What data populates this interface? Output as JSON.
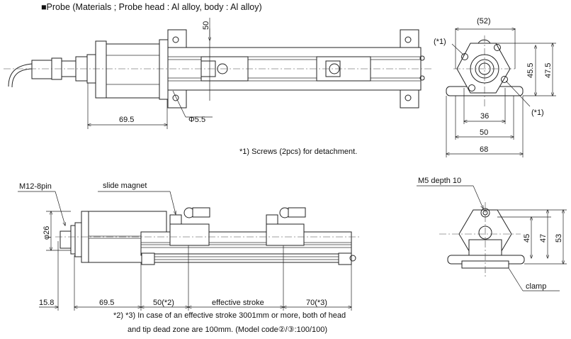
{
  "title": "■Probe (Materials ; Probe head : Al alloy, body : Al alloy)",
  "top_view": {
    "dim_length": "69.5",
    "dim_hole": "Φ5.5",
    "dim_height": "50"
  },
  "end_view_top": {
    "dim_width_ref": "(52)",
    "dim_h1": "45.5",
    "dim_h2": "47.5",
    "dim_w1": "36",
    "dim_w2": "50",
    "dim_w3": "68",
    "screw_label_1": "(*1)",
    "screw_label_2": "(*1)"
  },
  "note_screws": "*1) Screws (2pcs) for detachment.",
  "side_view": {
    "connector_label": "M12-8pin",
    "magnet_label": "slide magnet",
    "dim_diameter": "φ26",
    "dims": [
      "15.8",
      "69.5",
      "50(*2)",
      "effective stroke",
      "70(*3)"
    ]
  },
  "end_view_bottom": {
    "tap_label": "M5 depth 10",
    "dim_h1": "45",
    "dim_h2": "47",
    "dim_h3": "53",
    "clamp_label": "clamp"
  },
  "footnote_line1": "*2) *3) In case of an effective stroke 3001mm or more, both of head",
  "footnote_line2": "and tip dead zone are 100mm. (Model code②/③:100/100)"
}
